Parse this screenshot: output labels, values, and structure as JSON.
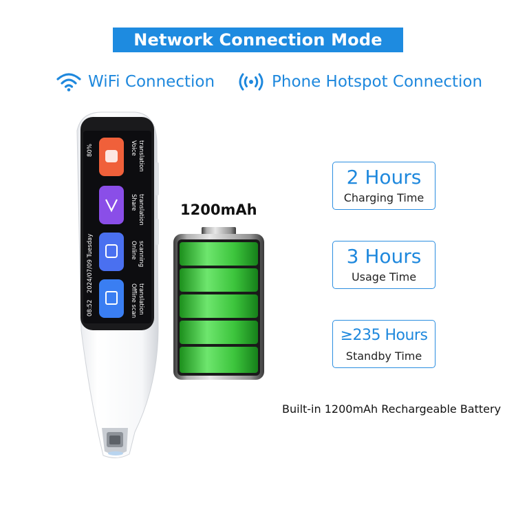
{
  "title": "Network Connection Mode",
  "connections": [
    {
      "label": "WiFi Connection",
      "icon": "wifi-icon"
    },
    {
      "label": "Phone Hotspot Connection",
      "icon": "hotspot-icon"
    }
  ],
  "battery": {
    "capacity_label": "1200mAh",
    "caption": "Built-in 1200mAh Rechargeable Battery",
    "color": "#3cc43c"
  },
  "stats": [
    {
      "value": "2 Hours",
      "label": "Charging Time"
    },
    {
      "value": "3 Hours",
      "label": "Usage Time"
    },
    {
      "value": "≥235 Hours",
      "label": "Standby Time"
    }
  ],
  "device": {
    "time": "08:52",
    "date": "2024/07/09 Tuesday",
    "battery_pct": "80%",
    "apps": [
      {
        "label_line1": "Voice",
        "label_line2": "translation",
        "color": "#f0603a"
      },
      {
        "label_line1": "Share",
        "label_line2": "translation",
        "color": "#8a4ee8"
      },
      {
        "label_line1": "Online",
        "label_line2": "scanning",
        "color": "#4a70f0"
      },
      {
        "label_line1": "Offline scan",
        "label_line2": "translation",
        "color": "#3a7ef2"
      }
    ]
  },
  "accent_color": "#1e88dd"
}
